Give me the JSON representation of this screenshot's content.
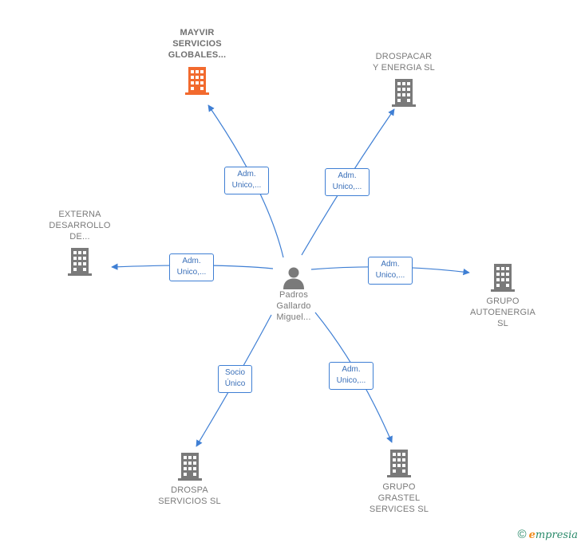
{
  "colors": {
    "edge": "#3f7fd4",
    "company": "#7a7a7a",
    "company_highlight": "#f26a2e",
    "person": "#7a7a7a"
  },
  "person": {
    "icon": "person-icon",
    "lines": [
      "Padros",
      "Gallardo",
      "Miguel..."
    ]
  },
  "companies": [
    {
      "id": "mayvir",
      "icon": "building-icon",
      "highlight": true,
      "lines": [
        "MAYVIR",
        "SERVICIOS",
        "GLOBALES..."
      ]
    },
    {
      "id": "drospacar",
      "icon": "building-icon",
      "highlight": false,
      "lines": [
        "DROSPACAR",
        "Y ENERGIA  SL"
      ]
    },
    {
      "id": "externa",
      "icon": "building-icon",
      "highlight": false,
      "lines": [
        "EXTERNA",
        "DESARROLLO",
        "DE..."
      ]
    },
    {
      "id": "autoenergia",
      "icon": "building-icon",
      "highlight": false,
      "lines": [
        "GRUPO",
        "AUTOENERGIA",
        "SL"
      ]
    },
    {
      "id": "drospa",
      "icon": "building-icon",
      "highlight": false,
      "lines": [
        "DROSPA",
        "SERVICIOS  SL"
      ]
    },
    {
      "id": "grastel",
      "icon": "building-icon",
      "highlight": false,
      "lines": [
        "GRUPO",
        "GRASTEL",
        "SERVICES  SL"
      ]
    }
  ],
  "relations": [
    {
      "to": "mayvir",
      "lines": [
        "Adm.",
        "Unico,..."
      ]
    },
    {
      "to": "drospacar",
      "lines": [
        "Adm.",
        "Unico,..."
      ]
    },
    {
      "to": "externa",
      "lines": [
        "Adm.",
        "Unico,..."
      ]
    },
    {
      "to": "autoenergia",
      "lines": [
        "Adm.",
        "Unico,..."
      ]
    },
    {
      "to": "drospa",
      "lines": [
        "Socio",
        "Único"
      ]
    },
    {
      "to": "grastel",
      "lines": [
        "Adm.",
        "Unico,..."
      ]
    }
  ],
  "footer": {
    "copyright": "©",
    "brand_initial": "e",
    "brand_rest": "mpresia"
  }
}
